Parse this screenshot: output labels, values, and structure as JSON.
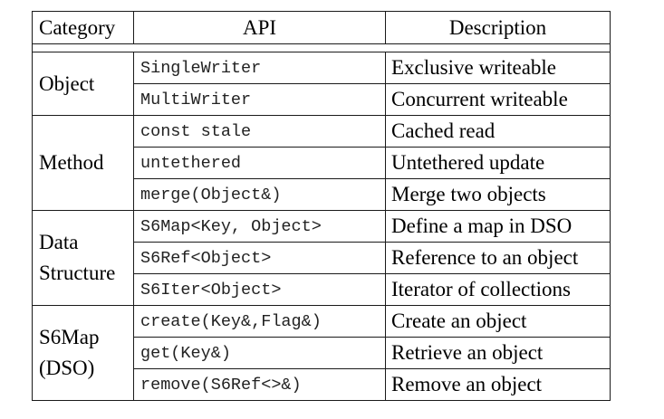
{
  "table": {
    "headers": {
      "category": "Category",
      "api": "API",
      "description": "Description"
    },
    "groups": [
      {
        "category": [
          "Object"
        ],
        "rows": [
          {
            "api": "SingleWriter",
            "description": "Exclusive writeable"
          },
          {
            "api": "MultiWriter",
            "description": "Concurrent writeable"
          }
        ]
      },
      {
        "category": [
          "Method"
        ],
        "rows": [
          {
            "api": "const stale",
            "description": "Cached read"
          },
          {
            "api": "untethered",
            "description": "Untethered update"
          },
          {
            "api": "merge(Object&)",
            "description": "Merge two objects"
          }
        ]
      },
      {
        "category": [
          "Data",
          "Structure"
        ],
        "rows": [
          {
            "api": "S6Map<Key, Object>",
            "description": "Define a map in DSO"
          },
          {
            "api": "S6Ref<Object>",
            "description": "Reference to an object"
          },
          {
            "api": "S6Iter<Object>",
            "description": "Iterator of collections"
          }
        ]
      },
      {
        "category": [
          "S6Map",
          "(DSO)"
        ],
        "rows": [
          {
            "api": "create(Key&,Flag&)",
            "description": "Create an object"
          },
          {
            "api": "get(Key&)",
            "description": "Retrieve an object"
          },
          {
            "api": "remove(S6Ref<>&)",
            "description": "Remove an object"
          }
        ]
      }
    ]
  }
}
